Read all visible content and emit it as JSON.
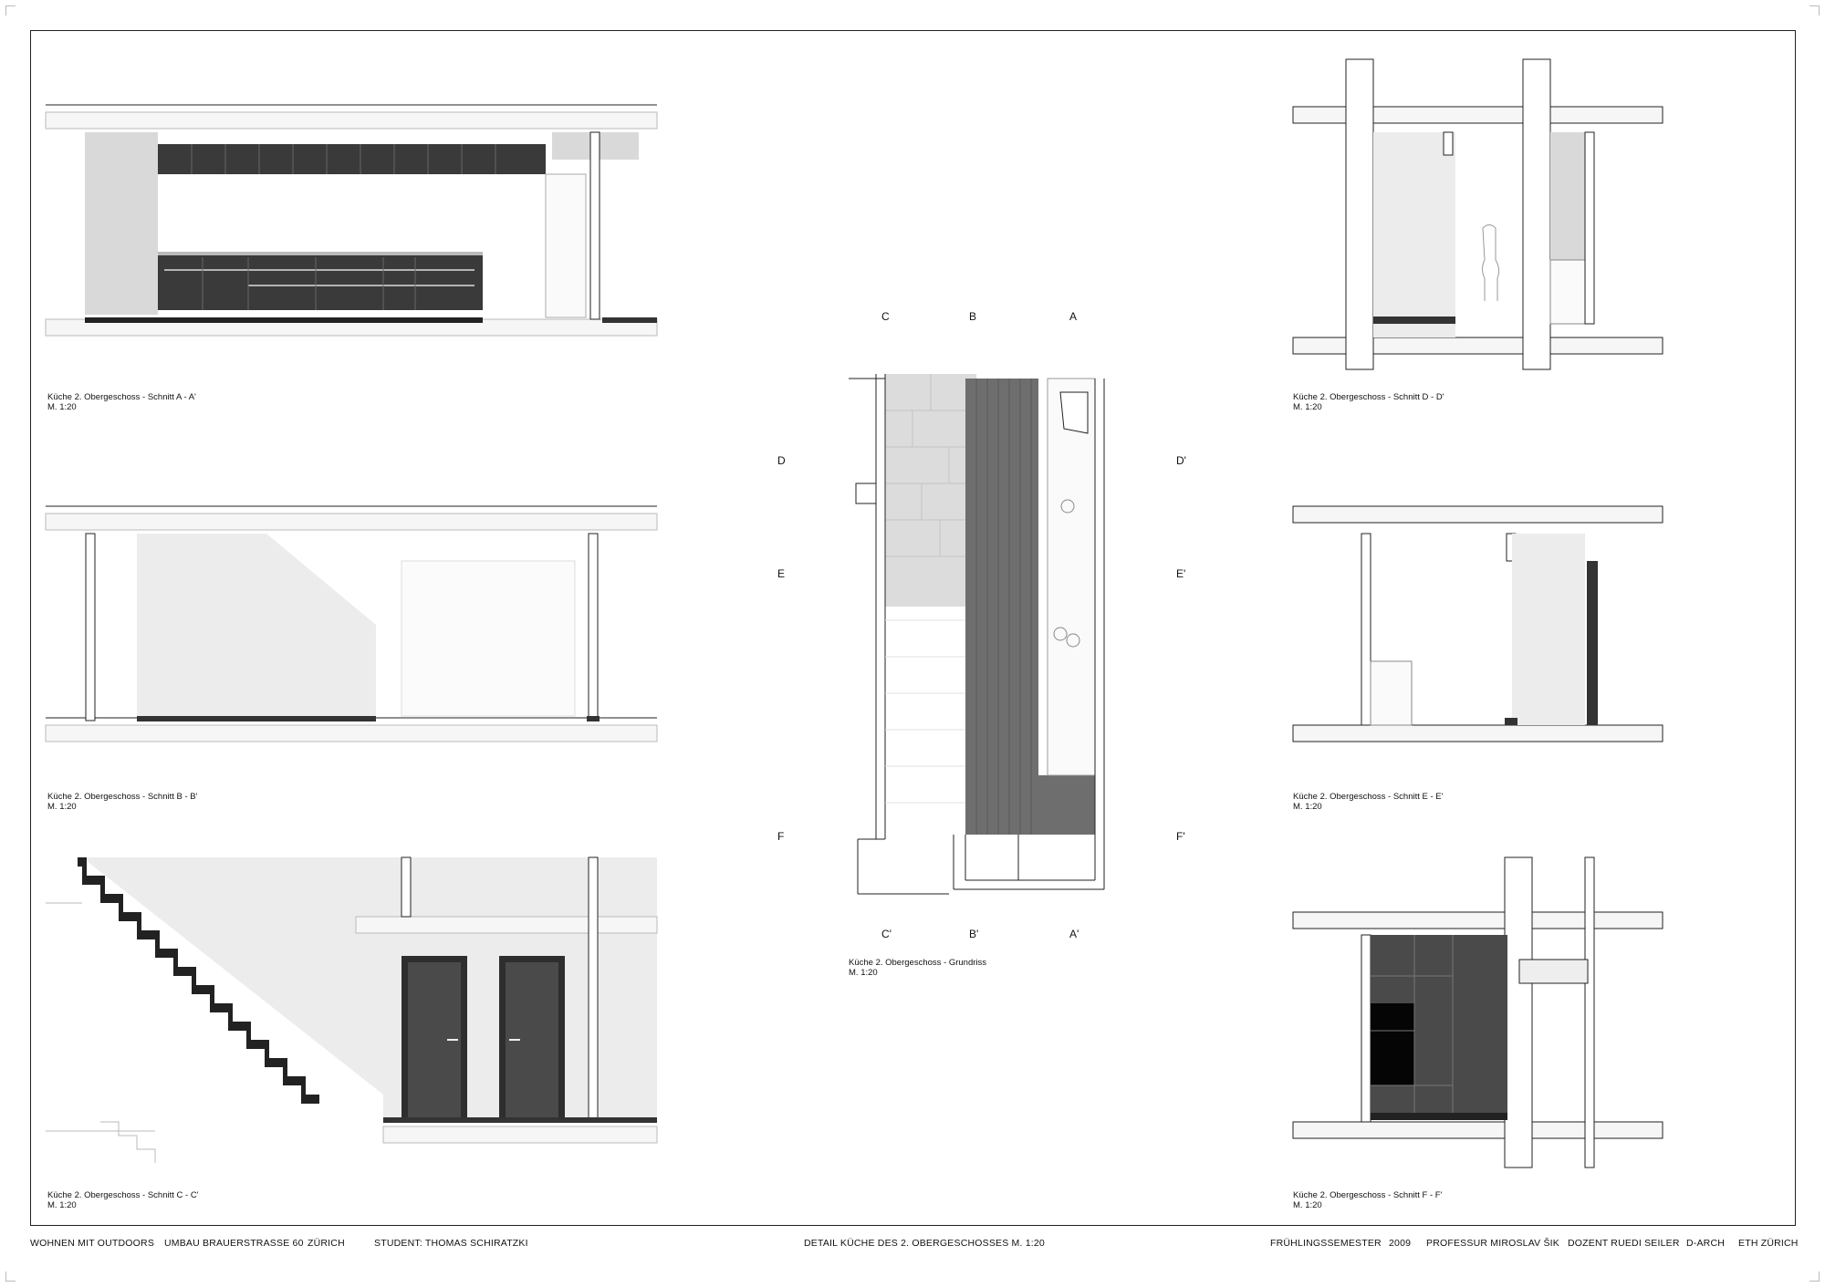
{
  "sheet": {
    "footer_left": [
      "WOHNEN MIT OUTDOORS",
      "UMBAU BRAUERSTRASSE 60",
      "ZÜRICH",
      "STUDENT: THOMAS SCHIRATZKI"
    ],
    "footer_center": "DETAIL KÜCHE DES 2. OBERGESCHOSSES M. 1:20",
    "footer_right": [
      "FRÜHLINGSSEMESTER",
      "2009",
      "PROFESSUR MIROSLAV  ŠIK",
      "DOZENT RUEDI SEILER",
      "D-ARCH",
      "ETH ZÜRICH"
    ]
  },
  "drawings": {
    "section_a": {
      "title": "Küche 2. Obergeschoss - Schnitt A - A'",
      "scale": "M. 1:20"
    },
    "section_b": {
      "title": "Küche 2. Obergeschoss - Schnitt B - B'",
      "scale": "M. 1:20"
    },
    "section_c": {
      "title": "Küche 2. Obergeschoss - Schnitt C - C'",
      "scale": "M. 1:20"
    },
    "section_d": {
      "title": "Küche 2. Obergeschoss - Schnitt D - D'",
      "scale": "M. 1:20"
    },
    "section_e": {
      "title": "Küche 2. Obergeschoss - Schnitt E - E'",
      "scale": "M. 1:20"
    },
    "section_f": {
      "title": "Küche 2. Obergeschoss - Schnitt F - F'",
      "scale": "M. 1:20"
    },
    "plan": {
      "title": "Küche 2. Obergeschoss - Grundriss",
      "scale": "M. 1:20"
    }
  },
  "section_marks": {
    "top": [
      "C",
      "B",
      "A"
    ],
    "bottom": [
      "C'",
      "B'",
      "A'"
    ],
    "left": [
      "D",
      "E",
      "F"
    ],
    "right": [
      "D'",
      "E'",
      "F'"
    ]
  },
  "colors": {
    "line": "#222222",
    "cabinet_dark": "#3a3a3a",
    "concrete": "#d9d9d9",
    "wood": "#6e6e6e",
    "light_fill": "#efefef"
  }
}
